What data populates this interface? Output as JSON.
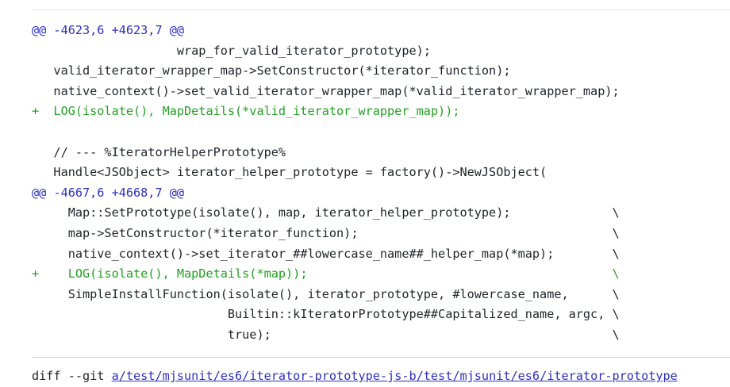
{
  "diff": {
    "lines": [
      {
        "type": "hunk",
        "text": "@@ -4623,6 +4623,7 @@"
      },
      {
        "type": "context",
        "text": "                    wrap_for_valid_iterator_prototype);"
      },
      {
        "type": "context",
        "text": "   valid_iterator_wrapper_map->SetConstructor(*iterator_function);"
      },
      {
        "type": "context",
        "text": "   native_context()->set_valid_iterator_wrapper_map(*valid_iterator_wrapper_map);"
      },
      {
        "type": "add",
        "text": "+  LOG(isolate(), MapDetails(*valid_iterator_wrapper_map));"
      },
      {
        "type": "context",
        "text": ""
      },
      {
        "type": "context",
        "text": "   // --- %IteratorHelperPrototype%"
      },
      {
        "type": "context",
        "text": "   Handle<JSObject> iterator_helper_prototype = factory()->NewJSObject("
      },
      {
        "type": "hunk",
        "text": "@@ -4667,6 +4668,7 @@"
      },
      {
        "type": "context",
        "text": "     Map::SetPrototype(isolate(), map, iterator_helper_prototype);              \\"
      },
      {
        "type": "context",
        "text": "     map->SetConstructor(*iterator_function);                                   \\"
      },
      {
        "type": "context",
        "text": "     native_context()->set_iterator_##lowercase_name##_helper_map(*map);        \\"
      },
      {
        "type": "add",
        "text": "+    LOG(isolate(), MapDetails(*map));                                          \\"
      },
      {
        "type": "context",
        "text": "     SimpleInstallFunction(isolate(), iterator_prototype, #lowercase_name,      \\"
      },
      {
        "type": "context",
        "text": "                           Builtin::kIteratorPrototype##Capitalized_name, argc, \\"
      },
      {
        "type": "context",
        "text": "                           true);                                               \\"
      }
    ]
  },
  "next_file": {
    "prefix": "diff --git ",
    "path": "a/test/mjsunit/es6/iterator-prototype-js-b/test/mjsunit/es6/iterator-prototype"
  },
  "colors": {
    "hunk": "#2f2fbf",
    "add": "#22a022",
    "context": "#1f2328"
  }
}
